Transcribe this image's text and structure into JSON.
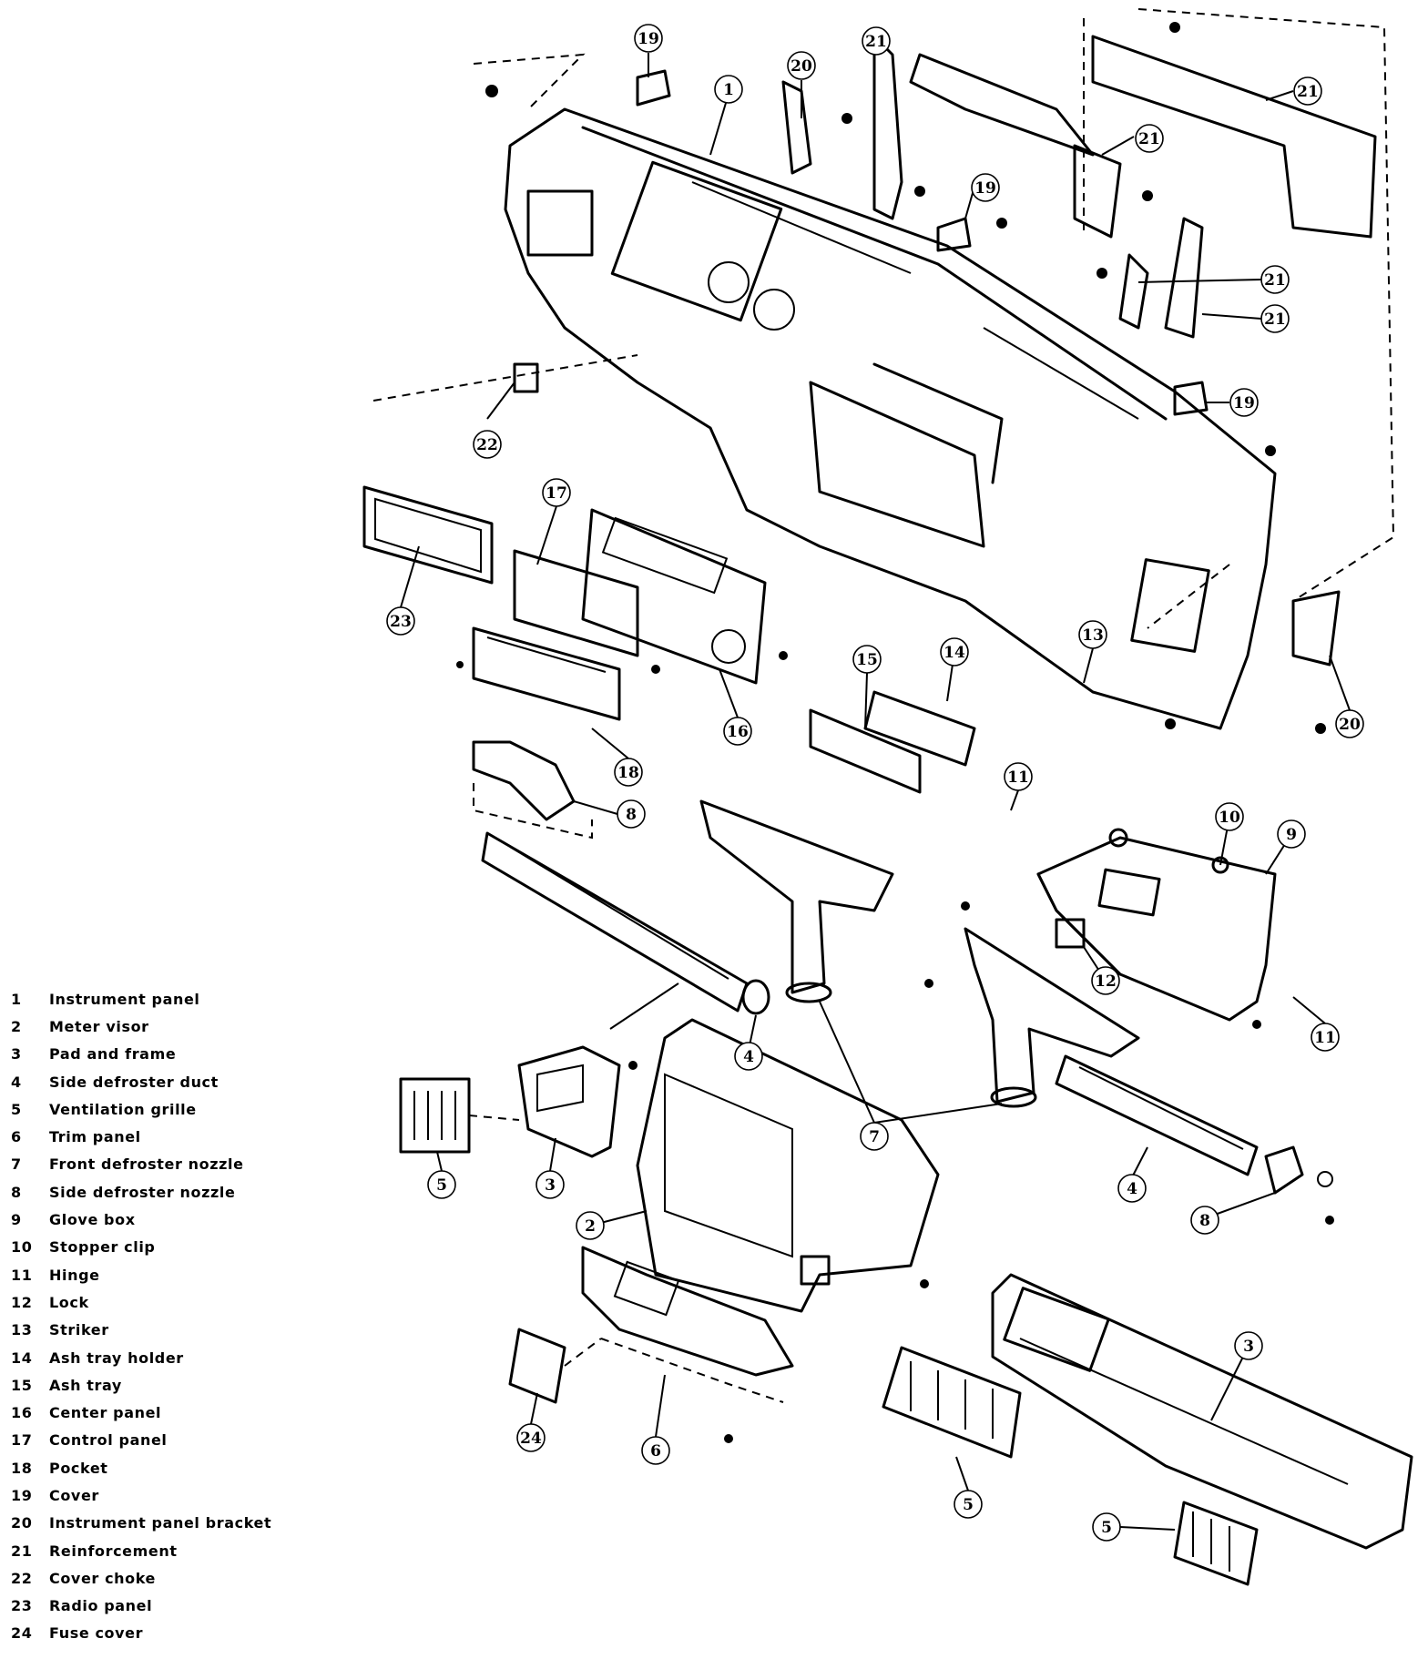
{
  "legend": [
    {
      "num": "1",
      "name": "Instrument panel"
    },
    {
      "num": "2",
      "name": "Meter visor"
    },
    {
      "num": "3",
      "name": "Pad and frame"
    },
    {
      "num": "4",
      "name": "Side defroster duct"
    },
    {
      "num": "5",
      "name": "Ventilation grille"
    },
    {
      "num": "6",
      "name": "Trim panel"
    },
    {
      "num": "7",
      "name": "Front defroster nozzle"
    },
    {
      "num": "8",
      "name": "Side defroster nozzle"
    },
    {
      "num": "9",
      "name": "Glove box"
    },
    {
      "num": "10",
      "name": "Stopper clip"
    },
    {
      "num": "11",
      "name": "Hinge"
    },
    {
      "num": "12",
      "name": "Lock"
    },
    {
      "num": "13",
      "name": "Striker"
    },
    {
      "num": "14",
      "name": "Ash tray holder"
    },
    {
      "num": "15",
      "name": "Ash tray"
    },
    {
      "num": "16",
      "name": "Center panel"
    },
    {
      "num": "17",
      "name": "Control panel"
    },
    {
      "num": "18",
      "name": "Pocket"
    },
    {
      "num": "19",
      "name": "Cover"
    },
    {
      "num": "20",
      "name": "Instrument panel bracket"
    },
    {
      "num": "21",
      "name": "Reinforcement"
    },
    {
      "num": "22",
      "name": "Cover choke"
    },
    {
      "num": "23",
      "name": "Radio panel"
    },
    {
      "num": "24",
      "name": "Fuse cover"
    }
  ],
  "callouts": [
    "19",
    "1",
    "20",
    "21",
    "21",
    "21",
    "19",
    "21",
    "21",
    "19",
    "22",
    "17",
    "23",
    "16",
    "18",
    "15",
    "14",
    "13",
    "20",
    "8",
    "11",
    "10",
    "9",
    "12",
    "11",
    "4",
    "7",
    "5",
    "3",
    "2",
    "4",
    "8",
    "6",
    "24",
    "5",
    "3",
    "5"
  ]
}
